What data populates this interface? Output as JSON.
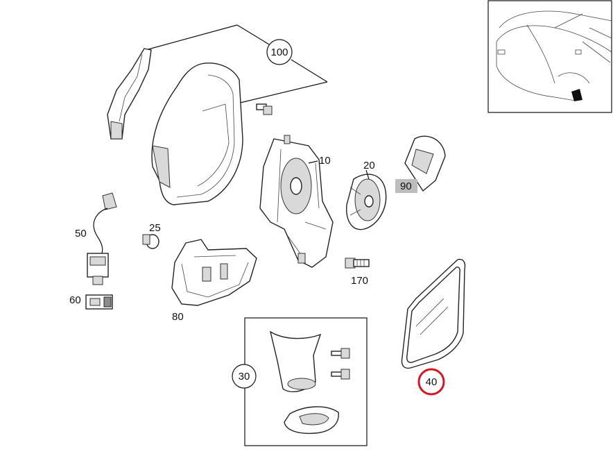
{
  "labels": {
    "p100": "100",
    "p10": "10",
    "p20": "20",
    "p90": "90",
    "p50": "50",
    "p25": "25",
    "p60": "60",
    "p80": "80",
    "p170": "170",
    "p30": "30",
    "p40": "40"
  },
  "colors": {
    "highlight": "#d9141e",
    "label_bg": "#bdbdbd"
  }
}
